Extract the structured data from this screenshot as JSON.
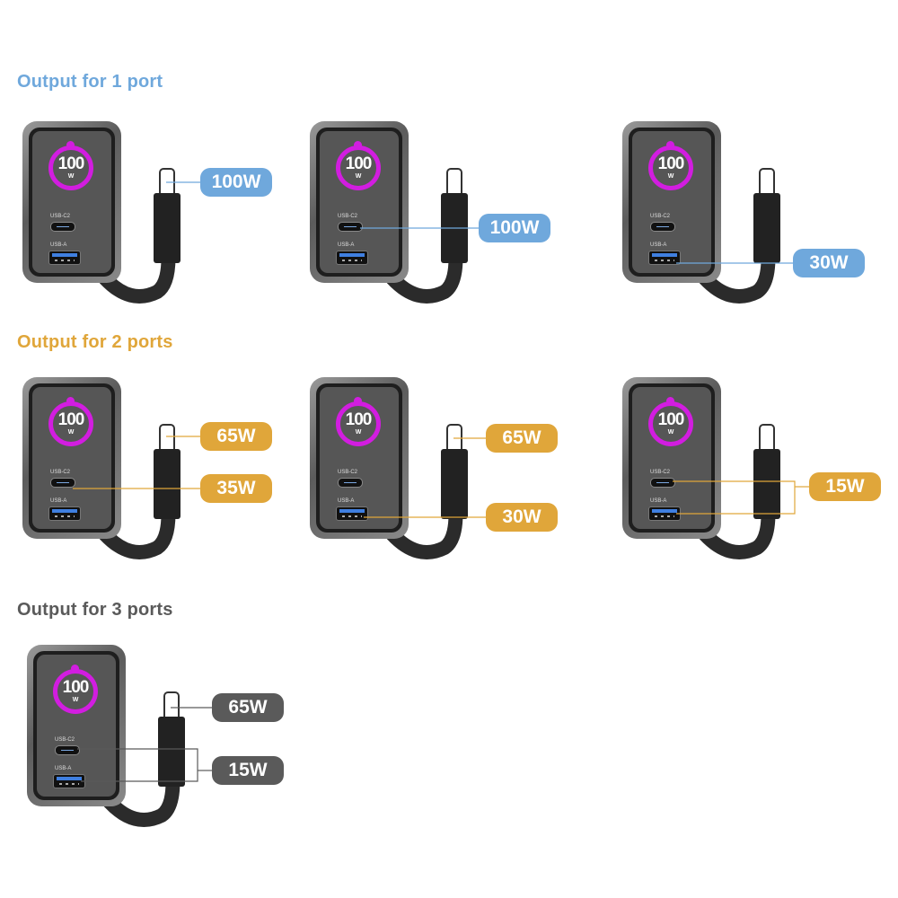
{
  "colors": {
    "one_port": "#6fa8dc",
    "two_ports": "#e0a63a",
    "three_ports": "#5a5a5a",
    "ring": "#d21de0"
  },
  "device": {
    "display_value": "100",
    "display_unit": "W",
    "usbc_label": "USB-C2",
    "usba_label": "USB-A"
  },
  "sections": [
    {
      "title": "Output for 1 port",
      "panels": [
        {
          "badges": [
            {
              "label": "100W",
              "ports": [
                "cable"
              ]
            }
          ]
        },
        {
          "badges": [
            {
              "label": "100W",
              "ports": [
                "usb-c2"
              ]
            }
          ]
        },
        {
          "badges": [
            {
              "label": "30W",
              "ports": [
                "usb-a"
              ]
            }
          ]
        }
      ]
    },
    {
      "title": "Output for 2 ports",
      "panels": [
        {
          "badges": [
            {
              "label": "65W",
              "ports": [
                "cable"
              ]
            },
            {
              "label": "35W",
              "ports": [
                "usb-c2"
              ]
            }
          ]
        },
        {
          "badges": [
            {
              "label": "65W",
              "ports": [
                "cable"
              ]
            },
            {
              "label": "30W",
              "ports": [
                "usb-a"
              ]
            }
          ]
        },
        {
          "badges": [
            {
              "label": "15W",
              "ports": [
                "usb-c2",
                "usb-a"
              ]
            }
          ]
        }
      ]
    },
    {
      "title": "Output for 3 ports",
      "panels": [
        {
          "badges": [
            {
              "label": "65W",
              "ports": [
                "cable"
              ]
            },
            {
              "label": "15W",
              "ports": [
                "usb-c2",
                "usb-a"
              ]
            }
          ]
        }
      ]
    }
  ]
}
